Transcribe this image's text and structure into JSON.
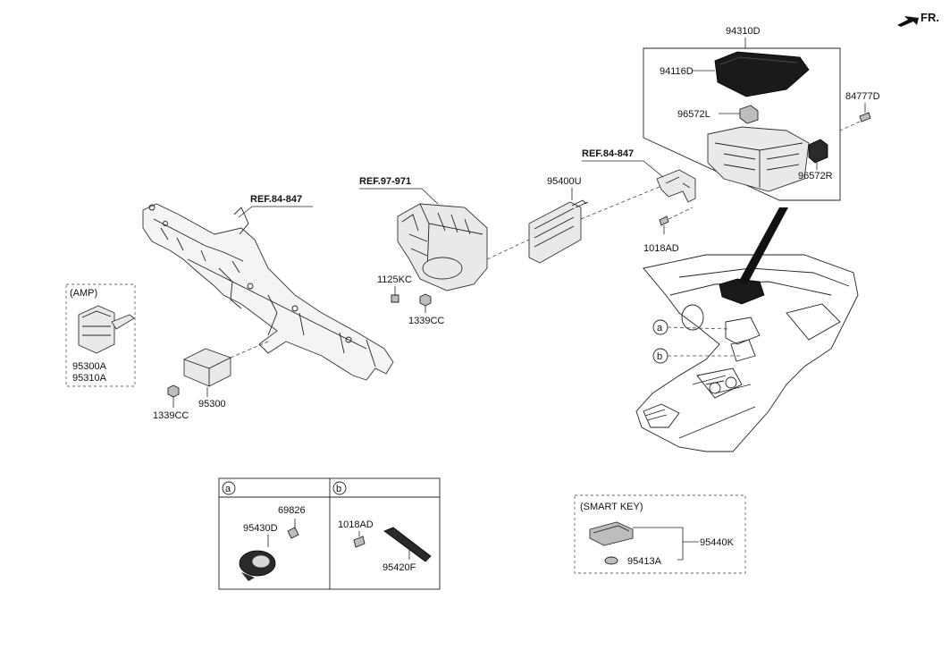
{
  "header": {
    "direction_label": "FR."
  },
  "refs": {
    "crash_pad": "REF.84-847",
    "heater": "REF.97-971",
    "bracket": "REF.84-847"
  },
  "parts": {
    "p95400U": "95400U",
    "p1125KC": "1125KC",
    "p1339CC_center": "1339CC",
    "p1339CC_left": "1339CC",
    "p95300": "95300",
    "p95300A": "95300A",
    "p95310A": "95310A",
    "p1018AD_top": "1018AD",
    "p94310D": "94310D",
    "p94116D": "94116D",
    "p96572L": "96572L",
    "p96572R": "96572R",
    "p84777D": "84777D",
    "p69826": "69826",
    "p95430D": "95430D",
    "p1018AD_b": "1018AD",
    "p95420F": "95420F",
    "p95440K": "95440K",
    "p95413A": "95413A"
  },
  "groups": {
    "amp": "(AMP)",
    "smart_key": "(SMART KEY)",
    "callout_a": "a",
    "callout_b": "b"
  },
  "colors": {
    "line": "#222222",
    "part_fill": "#e9e9e9",
    "dark_part": "#1a1a1a"
  }
}
